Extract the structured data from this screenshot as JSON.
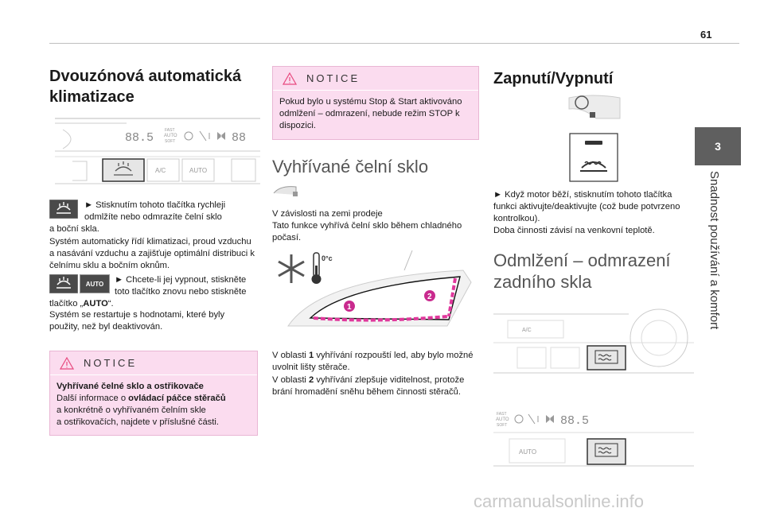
{
  "page": {
    "number": "61",
    "chapter_number": "3",
    "chapter_title": "Snadnost používání a komfort"
  },
  "col1": {
    "title_line1": "Dvouzónová automatická",
    "title_line2": "klimatizace",
    "panel_labels": {
      "display_left": "88.5",
      "fast": "FAST",
      "auto": "AUTO",
      "soft": "SOFT",
      "display_right": "88",
      "ac": "A/C",
      "auto_btn": "AUTO"
    },
    "p1_line1": "► Stisknutím tohoto tlačítka rychleji",
    "p1_line2": "odmlžíte nebo odmrazíte čelní sklo",
    "p1_line3": "a boční skla.",
    "p2": "Systém automaticky řídí klimatizaci, proud vzduchu a nasávání vzduchu a zajišťuje optimální distribuci k čelnímu sklu a bočním oknům.",
    "auto_icon": "AUTO",
    "p3_line1": "► Chcete-li jej vypnout, stiskněte",
    "p3_line2": "toto tlačítko znovu nebo stiskněte",
    "p3_line3_pre": "tlačítko „",
    "p3_line3_bold": "AUTO",
    "p3_line3_post": "“.",
    "p4": "Systém se restartuje s hodnotami, které byly použity, než byl deaktivován.",
    "notice": {
      "title": "NOTICE",
      "bold": "Vyhřívané čelné sklo a ostřikovače",
      "l1": "Další informace o ",
      "l1_bold": "ovládací páčce stěračů",
      "l2": "a konkrétně o vyhřívaném čelním skle",
      "l3": "a ostřikovačích, najdete v příslušné části."
    }
  },
  "col2": {
    "notice": {
      "title": "NOTICE",
      "body": "Pokud bylo u systému Stop & Start aktivováno odmlžení – odmrazení, nebude režim STOP k dispozici."
    },
    "heading": "Vyhřívané čelní sklo",
    "p1": "V závislosti na zemi prodeje",
    "p2": "Tato funkce vyhřívá čelní sklo během chladného počasí.",
    "temp_label": "0°c",
    "marker1": "1",
    "marker2": "2",
    "p3_pre": "V oblasti ",
    "p3_bold": "1",
    "p3_post": " vyhřívání rozpouští led, aby bylo možné uvolnit lišty stěrače.",
    "p4_pre": "V oblasti ",
    "p4_bold": "2",
    "p4_post": " vyhřívání zlepšuje viditelnost, protože brání hromadění sněhu během činnosti stěračů."
  },
  "col3": {
    "heading": "Zapnutí/Vypnutí",
    "p1": "► Když motor běží, stisknutím tohoto tlačítka funkci aktivujte/deaktivujte (což bude potvrzeno kontrolkou).",
    "p2": "Doba činnosti závisí na venkovní teplotě.",
    "heading2_line1": "Odmlžení – odmrazení",
    "heading2_line2": "zadního skla",
    "panel1_labels": {
      "ac": "A/C"
    },
    "panel2_labels": {
      "fast": "FAST",
      "auto": "AUTO",
      "soft": "SOFT",
      "display": "88.5",
      "auto_btn": "AUTO"
    }
  },
  "watermark": "carmanualsonline.info"
}
